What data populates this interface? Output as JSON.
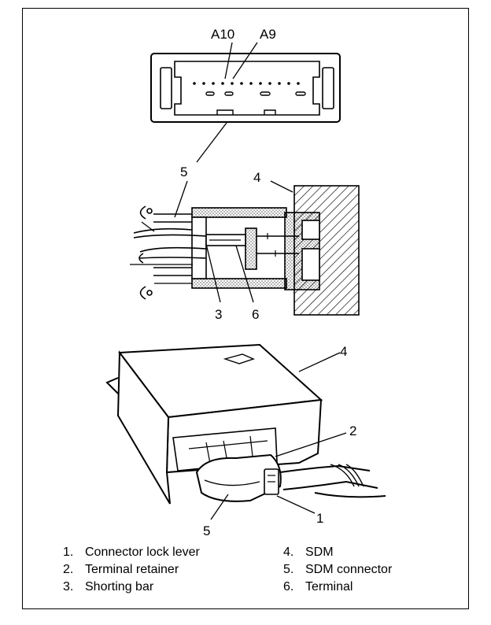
{
  "pin_labels": {
    "a10": "A10",
    "a9": "A9"
  },
  "callouts": {
    "connector_top": "5",
    "sdm_section": "4",
    "shorting_bar": "3",
    "terminal": "6",
    "sdm_module": "4",
    "terminal_retainer": "2",
    "lock_lever": "1",
    "sdm_connector": "5"
  },
  "legend": [
    {
      "num": "1.",
      "text": "Connector lock lever"
    },
    {
      "num": "2.",
      "text": "Terminal retainer"
    },
    {
      "num": "3.",
      "text": "Shorting bar"
    },
    {
      "num": "4.",
      "text": "SDM"
    },
    {
      "num": "5.",
      "text": "SDM connector"
    },
    {
      "num": "6.",
      "text": "Terminal"
    }
  ]
}
